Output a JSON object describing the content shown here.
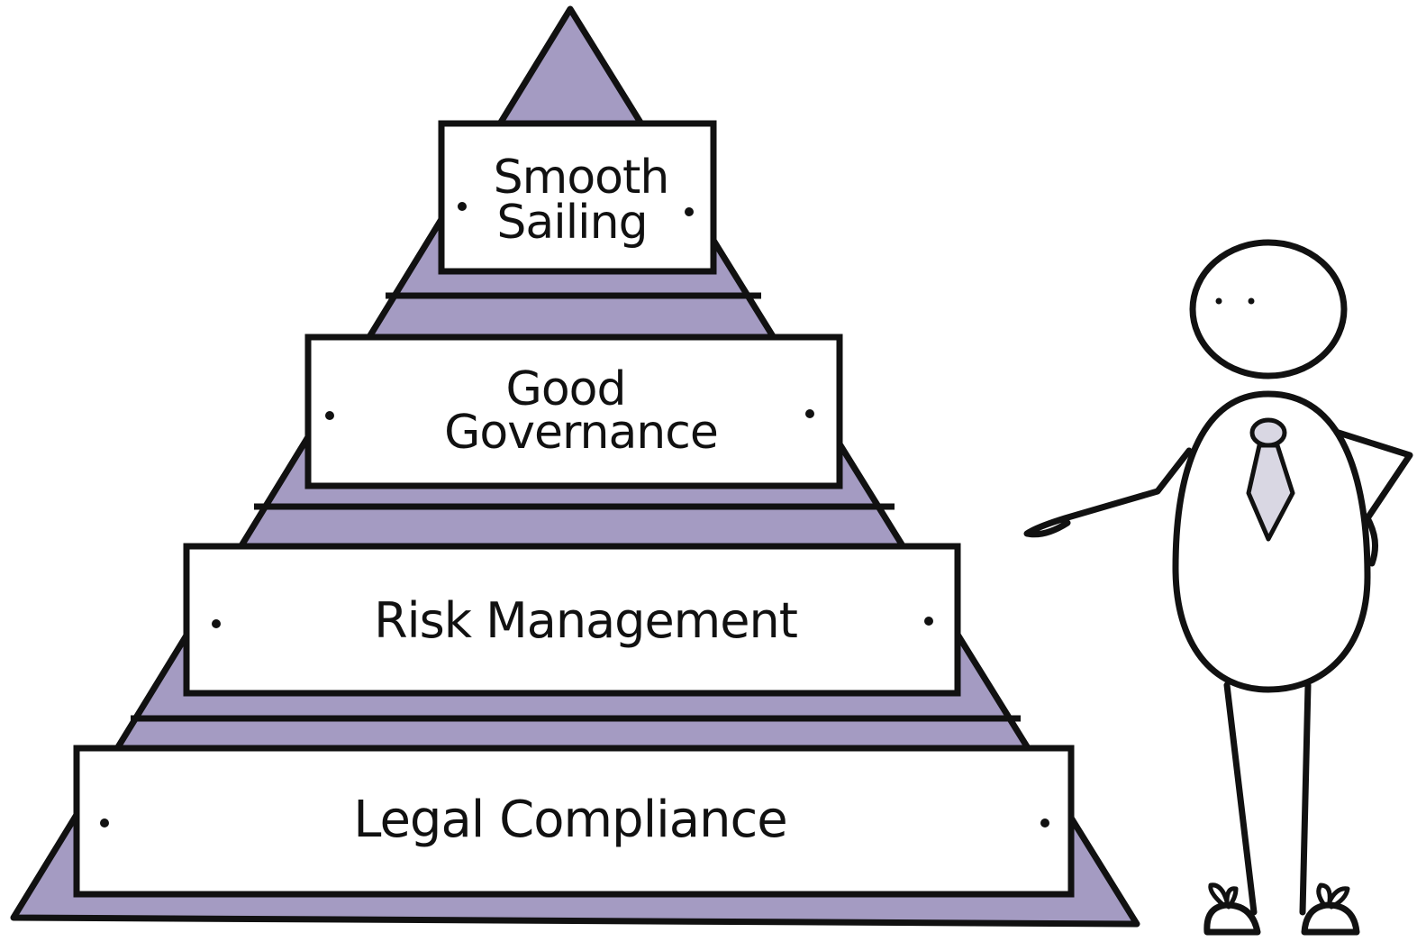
{
  "colors": {
    "pyramid_fill": "#a49bc2",
    "outline": "#111111",
    "sign_fill": "#ffffff",
    "tie_fill": "#d9d7e3"
  },
  "pyramid": {
    "levels": [
      {
        "lines": [
          "Smooth",
          "Sailing"
        ]
      },
      {
        "lines": [
          "Good",
          "Governance"
        ]
      },
      {
        "lines": [
          "Risk Management"
        ]
      },
      {
        "lines": [
          "Legal Compliance"
        ]
      }
    ]
  },
  "figure": {
    "icon": "stick-figure-presenter-icon",
    "tie_icon": "necktie-icon"
  }
}
